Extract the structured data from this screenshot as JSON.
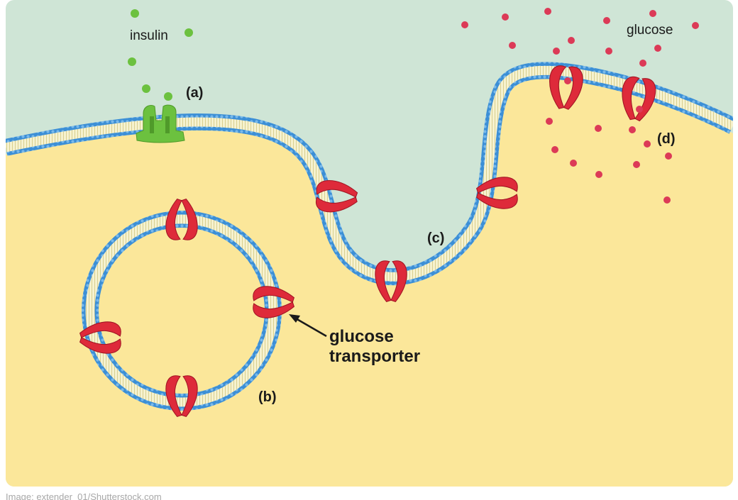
{
  "labels": {
    "insulin": "insulin",
    "glucose": "glucose",
    "a": "(a)",
    "b": "(b)",
    "c": "(c)",
    "d": "(d)",
    "transporter_line1": "glucose",
    "transporter_line2": "transporter"
  },
  "credit": "Image: extender_01/Shutterstock.com",
  "colors": {
    "extracellular": "#cfe5d6",
    "cytoplasm": "#fbe79a",
    "membrane_heads": "#3c8fd6",
    "membrane_tails": "#f3f0c9",
    "transporter": "#de2a3a",
    "receptor": "#6cc13f",
    "insulin": "#6cc13f",
    "glucose": "#dc3a57"
  },
  "icons": {
    "insulin_molecule": "green-dot",
    "glucose_molecule": "red-dot",
    "receptor": "insulin-receptor",
    "transporter": "glucose-transporter"
  }
}
